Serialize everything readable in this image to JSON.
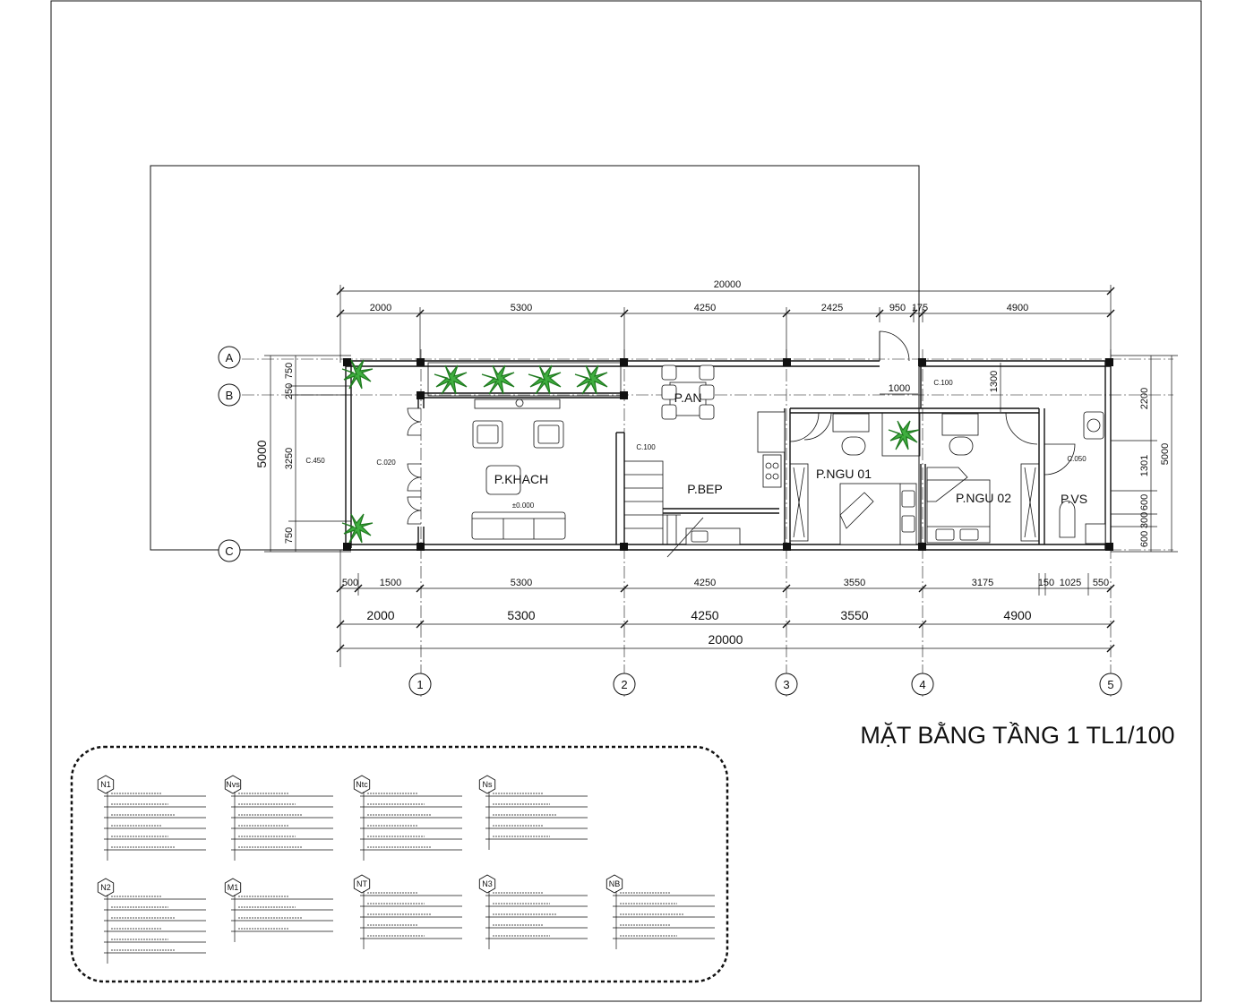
{
  "title": "MẶT  BẰNG TẦNG 1 TL1/100",
  "grid_rows": [
    "A",
    "B",
    "C"
  ],
  "grid_cols": [
    "1",
    "2",
    "3",
    "4",
    "5"
  ],
  "top_dims": {
    "overall": "20000",
    "segments": [
      "2000",
      "5300",
      "4250",
      "2425",
      "950",
      "175",
      "4900"
    ]
  },
  "bottom_dims": {
    "detail": [
      "500",
      "1500",
      "5300",
      "4250",
      "3550",
      "3175",
      "150",
      "1025",
      "550"
    ],
    "axis": [
      "2000",
      "5300",
      "4250",
      "3550",
      "4900"
    ],
    "overall": "20000"
  },
  "left_dims": {
    "overall": "5000",
    "segments": [
      "750",
      "250",
      "3250",
      "750"
    ]
  },
  "right_dims": {
    "overall": "5000",
    "segments": [
      "2200",
      "1301",
      "600",
      "300",
      "600"
    ]
  },
  "interior_dims": [
    "1000",
    "1300"
  ],
  "rooms": {
    "khach": "P.KHACH",
    "an": "P.AN",
    "bep": "P.BEP",
    "ngu01": "P.NGU 01",
    "ngu02": "P.NGU 02",
    "vs": "P.VS"
  },
  "levels": {
    "porch": "C.450",
    "inner_porch": "C.020",
    "khach_floor": "±0.000",
    "stair": "C.100",
    "bedroom": "C.100",
    "wc": "C.050"
  },
  "legend": [
    {
      "tag": "N1"
    },
    {
      "tag": "Nvs"
    },
    {
      "tag": "Ntc"
    },
    {
      "tag": "Ns"
    },
    {
      "tag": "N2"
    },
    {
      "tag": "M1"
    },
    {
      "tag": "NT"
    },
    {
      "tag": "N3"
    },
    {
      "tag": "NB"
    }
  ],
  "colors": {
    "line": "#111111",
    "plant": "#3fae3f",
    "plant_dark": "#1f7a1f"
  }
}
